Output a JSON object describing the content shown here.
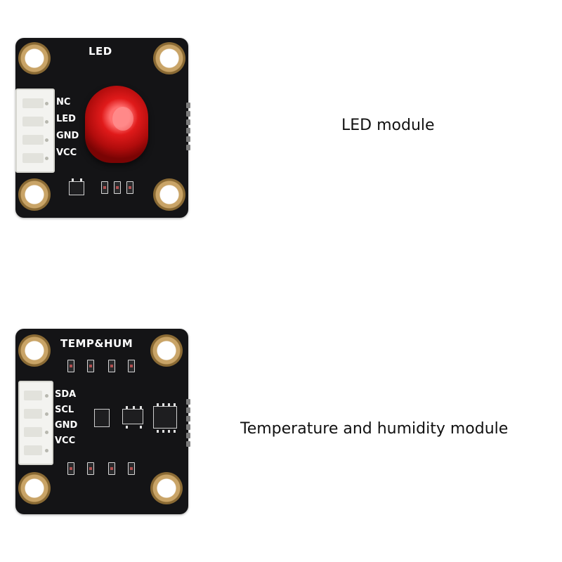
{
  "modules": [
    {
      "board_title": "LED",
      "pins": [
        "NC",
        "LED",
        "GND",
        "VCC"
      ],
      "caption": "LED module",
      "led_color": "#e01a1a"
    },
    {
      "board_title": "TEMP&HUM",
      "pins": [
        "SDA",
        "SCL",
        "GND",
        "VCC"
      ],
      "caption": "Temperature and humidity module"
    }
  ],
  "colors": {
    "board": "#141416",
    "pad_gold": "#c9a467",
    "connector": "#f3f3f0"
  }
}
